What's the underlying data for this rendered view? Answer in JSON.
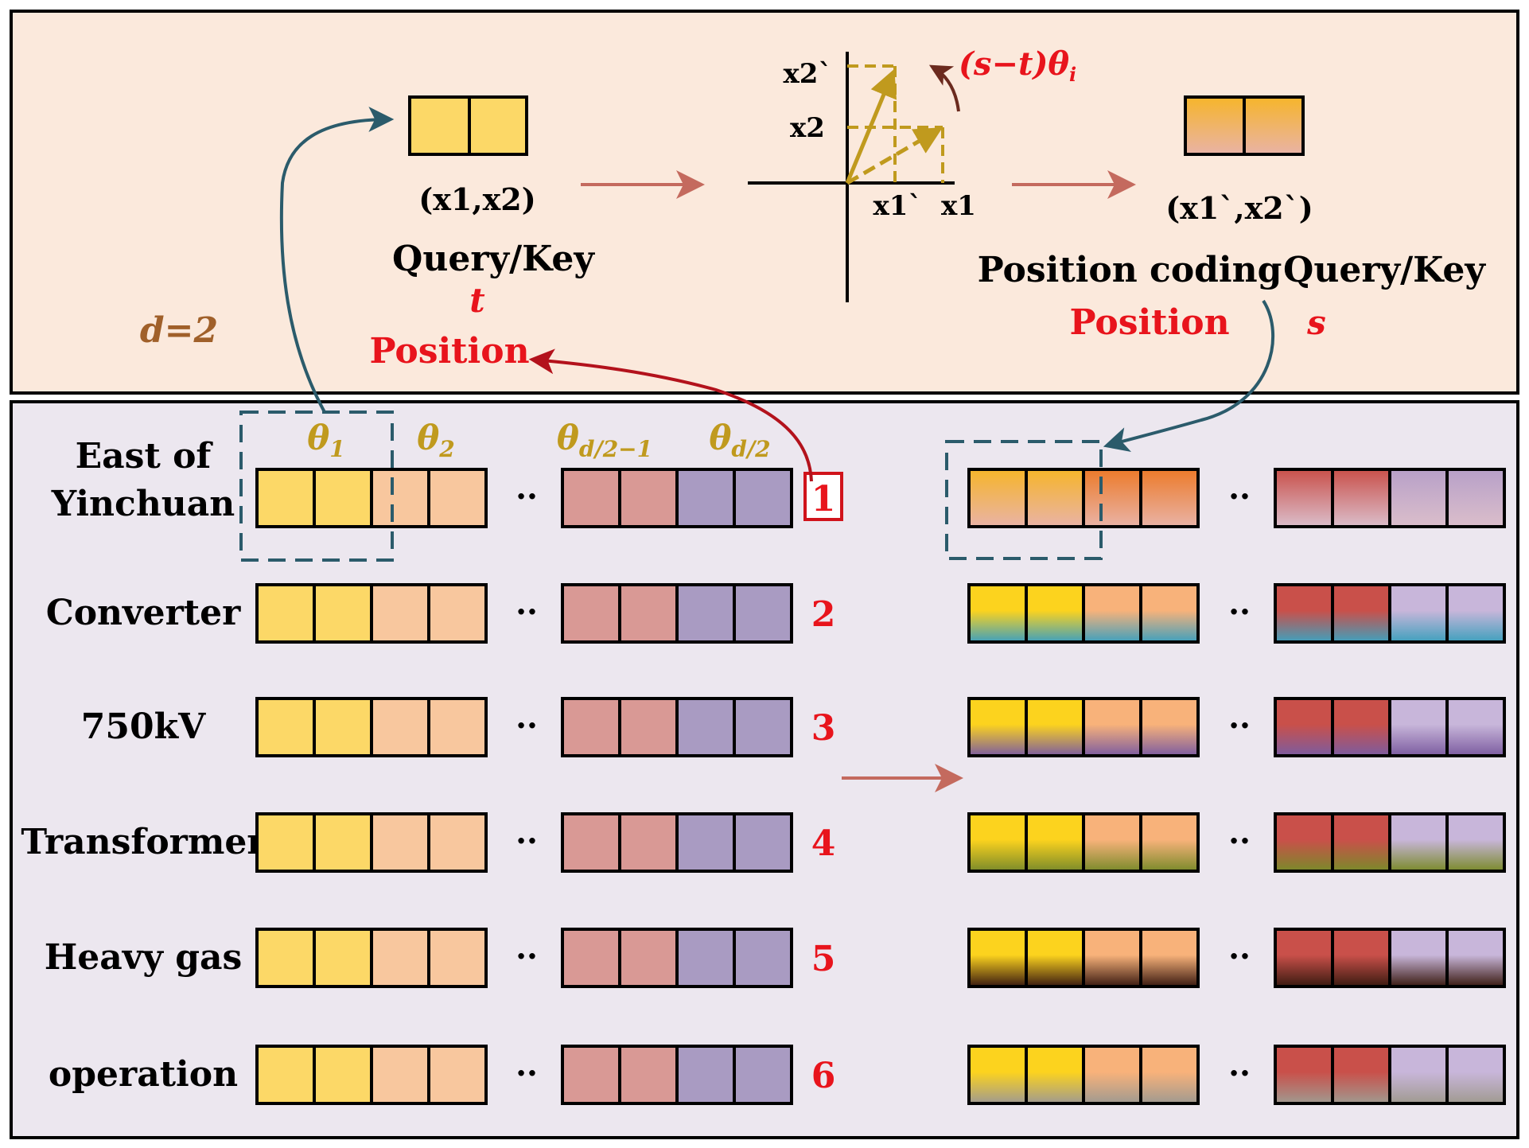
{
  "top": {
    "d_label": "d=2",
    "query_key_in": {
      "coords": "(x1,x2)",
      "name": "Query/Key",
      "pos_var": "t",
      "pos_word": "Position"
    },
    "rotation": {
      "x2p": "x2`",
      "x2": "x2",
      "x1p": "x1`",
      "x1": "x1",
      "angle_formula": "(s−t)θ",
      "angle_sub": "i"
    },
    "query_key_out": {
      "coords": "(x1`,x2`)",
      "pos_coding": "Position coding",
      "name": "Query/Key",
      "pos_word": "Position",
      "pos_var": "s"
    }
  },
  "bottom": {
    "thetas": [
      {
        "base": "θ",
        "sub": "1"
      },
      {
        "base": "θ",
        "sub": "2"
      },
      {
        "base": "θ",
        "sub": "d/2−1"
      },
      {
        "base": "θ",
        "sub": "d/2"
      }
    ],
    "ellipsis": "··",
    "tokens": [
      {
        "label_lines": [
          "East of",
          "Yinchuan"
        ],
        "index": "1",
        "boxed": true,
        "tint": "#f08a3a"
      },
      {
        "label_lines": [
          "Converter"
        ],
        "index": "2",
        "boxed": false,
        "tint": "#3fa0bd"
      },
      {
        "label_lines": [
          "750kV"
        ],
        "index": "3",
        "boxed": false,
        "tint": "#7c5ca0"
      },
      {
        "label_lines": [
          "Transformer"
        ],
        "index": "4",
        "boxed": false,
        "tint": "#7a8a2a"
      },
      {
        "label_lines": [
          "Heavy gas"
        ],
        "index": "5",
        "boxed": false,
        "tint": "#3a1a10"
      },
      {
        "label_lines": [
          "operation"
        ],
        "index": "6",
        "boxed": false,
        "tint": "#a09a90"
      }
    ]
  },
  "colors": {
    "top_panel": "#fbe9dc",
    "bottom_panel": "#ece7ef",
    "cell_yellow": "#fcd867",
    "cell_peach": "#f8c79e",
    "cell_rose": "#d99995",
    "cell_lavender": "#a99bc2",
    "text_red": "#e8141c",
    "theta_gold": "#c09a1e",
    "arrow_salmon": "#c46a5e",
    "arrow_teal": "#2b5b6b",
    "arrow_darkred": "#b3121c",
    "grad_orange_top": "#f6a823",
    "grad_orange_bottom": "#e9b3a6",
    "grad_red_top": "#c9504a",
    "grad_purple_bottom": "#dbbecb"
  }
}
